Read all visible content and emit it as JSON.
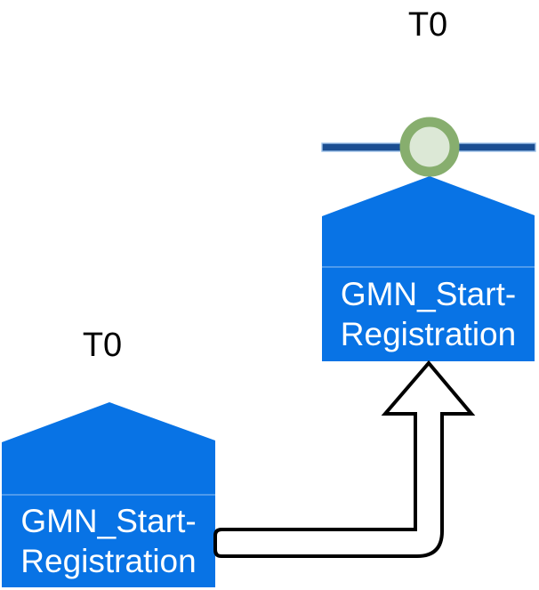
{
  "labels": {
    "t0_top": "T0",
    "t0_bottom": "T0",
    "block_top": "GMN_Start-\nRegistration",
    "block_bottom": "GMN_Start-\nRegistration"
  },
  "colors": {
    "block_blue": "#0873e5",
    "timeline_blue": "#1b4e92",
    "timeline_edge": "#9cc0e8",
    "circle_ring_green": "#87ae6e",
    "circle_fill_green": "#dce8d6",
    "arrow_outline": "#000000",
    "arrow_fill": "#ffffff",
    "label_text": "#ffffff",
    "t0_text": "#000000"
  }
}
